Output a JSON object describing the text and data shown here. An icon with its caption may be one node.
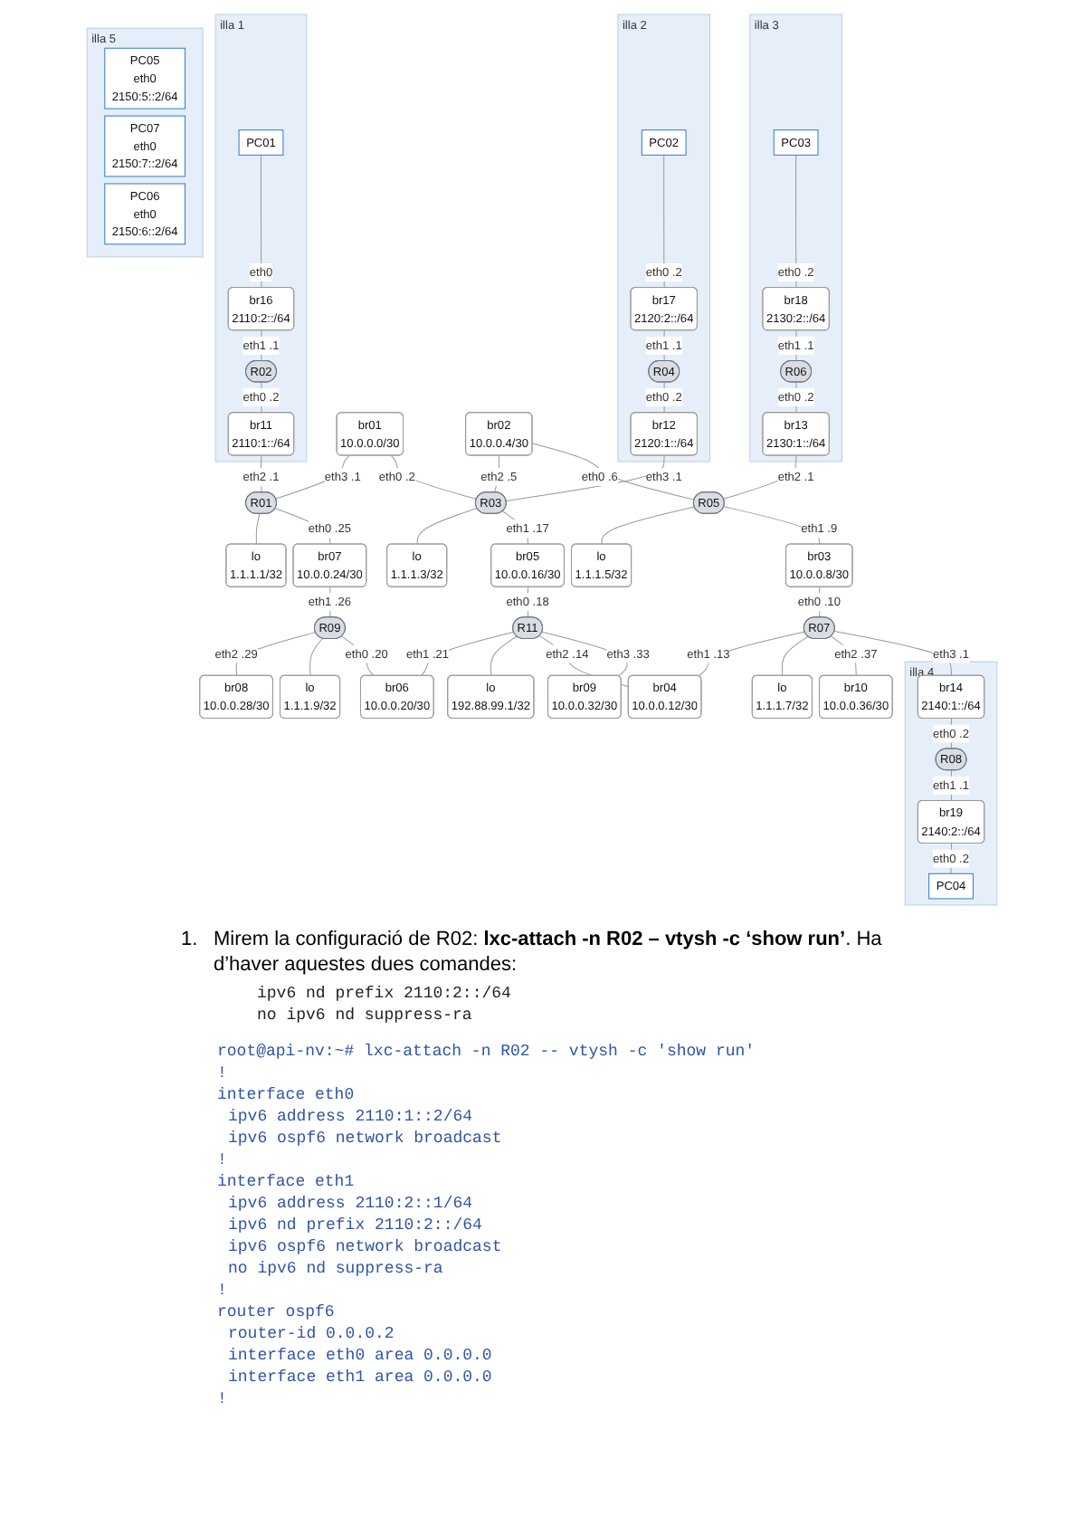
{
  "diagram": {
    "nodes": [
      {
        "text": [
          "illa 1"
        ]
      },
      {
        "text": [
          "PC01"
        ],
        "in": 0
      },
      {
        "text": [
          "br16",
          "2110:2::/64"
        ],
        "in": 0
      },
      {
        "text": [
          "R02"
        ],
        "in": 0
      },
      {
        "text": [
          "br11",
          "2110:1::/64"
        ],
        "in": 0
      },
      {
        "text": [
          "illa 2"
        ]
      },
      {
        "text": [
          "PC02"
        ],
        "in": 5
      },
      {
        "text": [
          "br17",
          "2120:2::/64"
        ],
        "in": 5
      },
      {
        "text": [
          "R04"
        ],
        "in": 5
      },
      {
        "text": [
          "br12",
          "2120:1::/64"
        ],
        "in": 5
      },
      {
        "text": [
          "illa 3"
        ]
      },
      {
        "text": [
          "PC03"
        ],
        "in": 10
      },
      {
        "text": [
          "br18",
          "2130:2::/64"
        ],
        "in": 10
      },
      {
        "text": [
          "R06"
        ],
        "in": 10
      },
      {
        "text": [
          "br13",
          "2130:1::/64"
        ],
        "in": 10
      },
      {
        "text": [
          "R01"
        ]
      },
      {
        "text": [
          "br01",
          "10.0.0.0/30"
        ]
      },
      {
        "text": [
          "R03"
        ]
      },
      {
        "text": [
          "br02",
          "10.0.0.4/30"
        ]
      },
      {
        "text": [
          "R05"
        ]
      },
      {
        "text": [
          "lo",
          "1.1.1.1/32"
        ]
      },
      {
        "text": [
          "lo",
          "1.1.1.3/32"
        ]
      },
      {
        "text": [
          "lo",
          "1.1.1.5/32"
        ]
      },
      {
        "text": [
          "br07",
          "10.0.0.24/30"
        ]
      },
      {
        "text": [
          "br05",
          "10.0.0.16/30"
        ]
      },
      {
        "text": [
          "br03",
          "10.0.0.8/30"
        ]
      },
      {
        "text": [
          "br08",
          "10.0.0.28/30"
        ]
      },
      {
        "text": [
          "lo",
          "1.1.1.9/32"
        ]
      },
      {
        "text": [
          "R09"
        ]
      },
      {
        "text": [
          "br06",
          "10.0.0.20/30"
        ]
      },
      {
        "text": [
          "lo",
          "192.88.99.1/32"
        ]
      },
      {
        "text": [
          "R11"
        ]
      },
      {
        "text": [
          "br04",
          "10.0.0.12/30"
        ]
      },
      {
        "text": [
          "lo",
          "1.1.1.7/32"
        ]
      },
      {
        "text": [
          "R07"
        ]
      },
      {
        "text": [
          "br09",
          "10.0.0.32/30"
        ]
      },
      {
        "text": [
          "br10",
          "10.0.0.36/30"
        ]
      },
      {
        "text": [
          "illa 4"
        ]
      },
      {
        "text": [
          "br14",
          "2140:1::/64"
        ],
        "in": 37
      },
      {
        "text": [
          "R08"
        ],
        "in": 37
      },
      {
        "text": [
          "br19",
          "2140:2::/64"
        ],
        "in": 37
      },
      {
        "text": [
          "PC04"
        ],
        "in": 37
      },
      {
        "text": [
          "illa 5"
        ]
      },
      {
        "text": [
          "PC05",
          "eth0",
          "2150:5::2/64"
        ],
        "in": 42
      },
      {
        "text": [
          "PC07",
          "eth0",
          "2150:7::2/64"
        ],
        "in": 42
      },
      {
        "text": [
          "PC06",
          "eth0",
          "2150:6::2/64"
        ],
        "in": 42
      }
    ],
    "edges": [
      {
        "from": 1,
        "to": 2,
        "arrow": "none",
        "label": "eth0"
      },
      {
        "from": 2,
        "to": 3,
        "arrow": "none",
        "label": "eth1 .1"
      },
      {
        "from": 3,
        "to": 4,
        "arrow": "none",
        "label": "eth0 .2"
      },
      {
        "from": 4,
        "to": 15,
        "arrow": "none",
        "label": "eth2 .1"
      },
      {
        "from": 6,
        "to": 7,
        "arrow": "none",
        "label": "eth0 .2"
      },
      {
        "from": 7,
        "to": 8,
        "arrow": "none",
        "label": "eth1 .1"
      },
      {
        "from": 8,
        "to": 9,
        "arrow": "none",
        "label": "eth0 .2"
      },
      {
        "from": 9,
        "to": 17,
        "arrow": "none",
        "label": "eth3 .1"
      },
      {
        "from": 11,
        "to": 12,
        "arrow": "none",
        "label": "eth0 .2"
      },
      {
        "from": 12,
        "to": 13,
        "arrow": "none",
        "label": "eth1 .1"
      },
      {
        "from": 13,
        "to": 14,
        "arrow": "none",
        "label": "eth0 .2"
      },
      {
        "from": 14,
        "to": 19,
        "arrow": "none",
        "label": "eth2 .1"
      },
      {
        "from": 15,
        "to": 16,
        "arrow": "none",
        "label": "eth3 .1"
      },
      {
        "from": 16,
        "to": 17,
        "arrow": "none",
        "label": "eth0 .2"
      },
      {
        "from": 17,
        "to": 18,
        "arrow": "none",
        "label": "eth2 .5"
      },
      {
        "from": 18,
        "to": 19,
        "arrow": "none",
        "label": "eth0 .6"
      },
      {
        "from": 15,
        "to": 20,
        "arrow": "none"
      },
      {
        "from": 17,
        "to": 21,
        "arrow": "none"
      },
      {
        "from": 19,
        "to": 22,
        "arrow": "none"
      },
      {
        "from": 15,
        "to": 23,
        "arrow": "none",
        "label": "eth0 .25"
      },
      {
        "from": 23,
        "to": 28,
        "arrow": "none",
        "label": "eth1 .26"
      },
      {
        "from": 17,
        "to": 24,
        "arrow": "none",
        "label": "eth1 .17"
      },
      {
        "from": 24,
        "to": 31,
        "arrow": "none",
        "label": "eth0 .18"
      },
      {
        "from": 19,
        "to": 25,
        "arrow": "none",
        "label": "eth1 .9"
      },
      {
        "from": 25,
        "to": 34,
        "arrow": "none",
        "label": "eth0 .10"
      },
      {
        "from": 26,
        "to": 28,
        "arrow": "none",
        "label": "eth2 .29"
      },
      {
        "from": 28,
        "to": 27,
        "arrow": "none"
      },
      {
        "from": 28,
        "to": 29,
        "arrow": "none",
        "label": "eth0 .20"
      },
      {
        "from": 29,
        "to": 31,
        "arrow": "none",
        "label": "eth1 .21"
      },
      {
        "from": 31,
        "to": 30,
        "arrow": "none"
      },
      {
        "from": 31,
        "to": 32,
        "arrow": "none",
        "label": "eth2 .14"
      },
      {
        "from": 32,
        "to": 34,
        "arrow": "none",
        "label": "eth1 .13"
      },
      {
        "from": 31,
        "to": 35,
        "arrow": "none",
        "label": "eth3 .33"
      },
      {
        "from": 34,
        "to": 33,
        "arrow": "none"
      },
      {
        "from": 34,
        "to": 36,
        "arrow": "none",
        "label": "eth2 .37"
      },
      {
        "from": 34,
        "to": 38,
        "arrow": "none",
        "label": "eth3 .1"
      },
      {
        "from": 38,
        "to": 39,
        "arrow": "none",
        "label": "eth0 .2"
      },
      {
        "from": 39,
        "to": 40,
        "arrow": "none",
        "label": "eth1 .1"
      },
      {
        "from": 40,
        "to": 41,
        "arrow": "none",
        "label": "eth0 .2"
      }
    ],
    "labels": [
      "1.",
      "Mirem la configuració de R02: **lxc-attach -n R02 – vtysh -c ‘show run’**. Ha d’haver aquestes dues comandes:",
      "ipv6 nd prefix 2110:2::/64",
      "no ipv6 nd suppress-ra",
      "root@api-nv:~# lxc-attach -n R02 -- vtysh -c 'show run'",
      "!",
      "interface eth0",
      "ipv6 address 2110:1::2/64",
      "ipv6 ospf6 network broadcast",
      "!",
      "interface eth1",
      "ipv6 address 2110:2::1/64",
      "ipv6 nd prefix 2110:2::/64",
      "ipv6 ospf6 network broadcast",
      "no ipv6 nd suppress-ra",
      "!",
      "router ospf6",
      "router-id 0.0.0.2",
      "interface eth0 area 0.0.0.0",
      "interface eth1 area 0.0.0.0",
      "!"
    ]
  }
}
